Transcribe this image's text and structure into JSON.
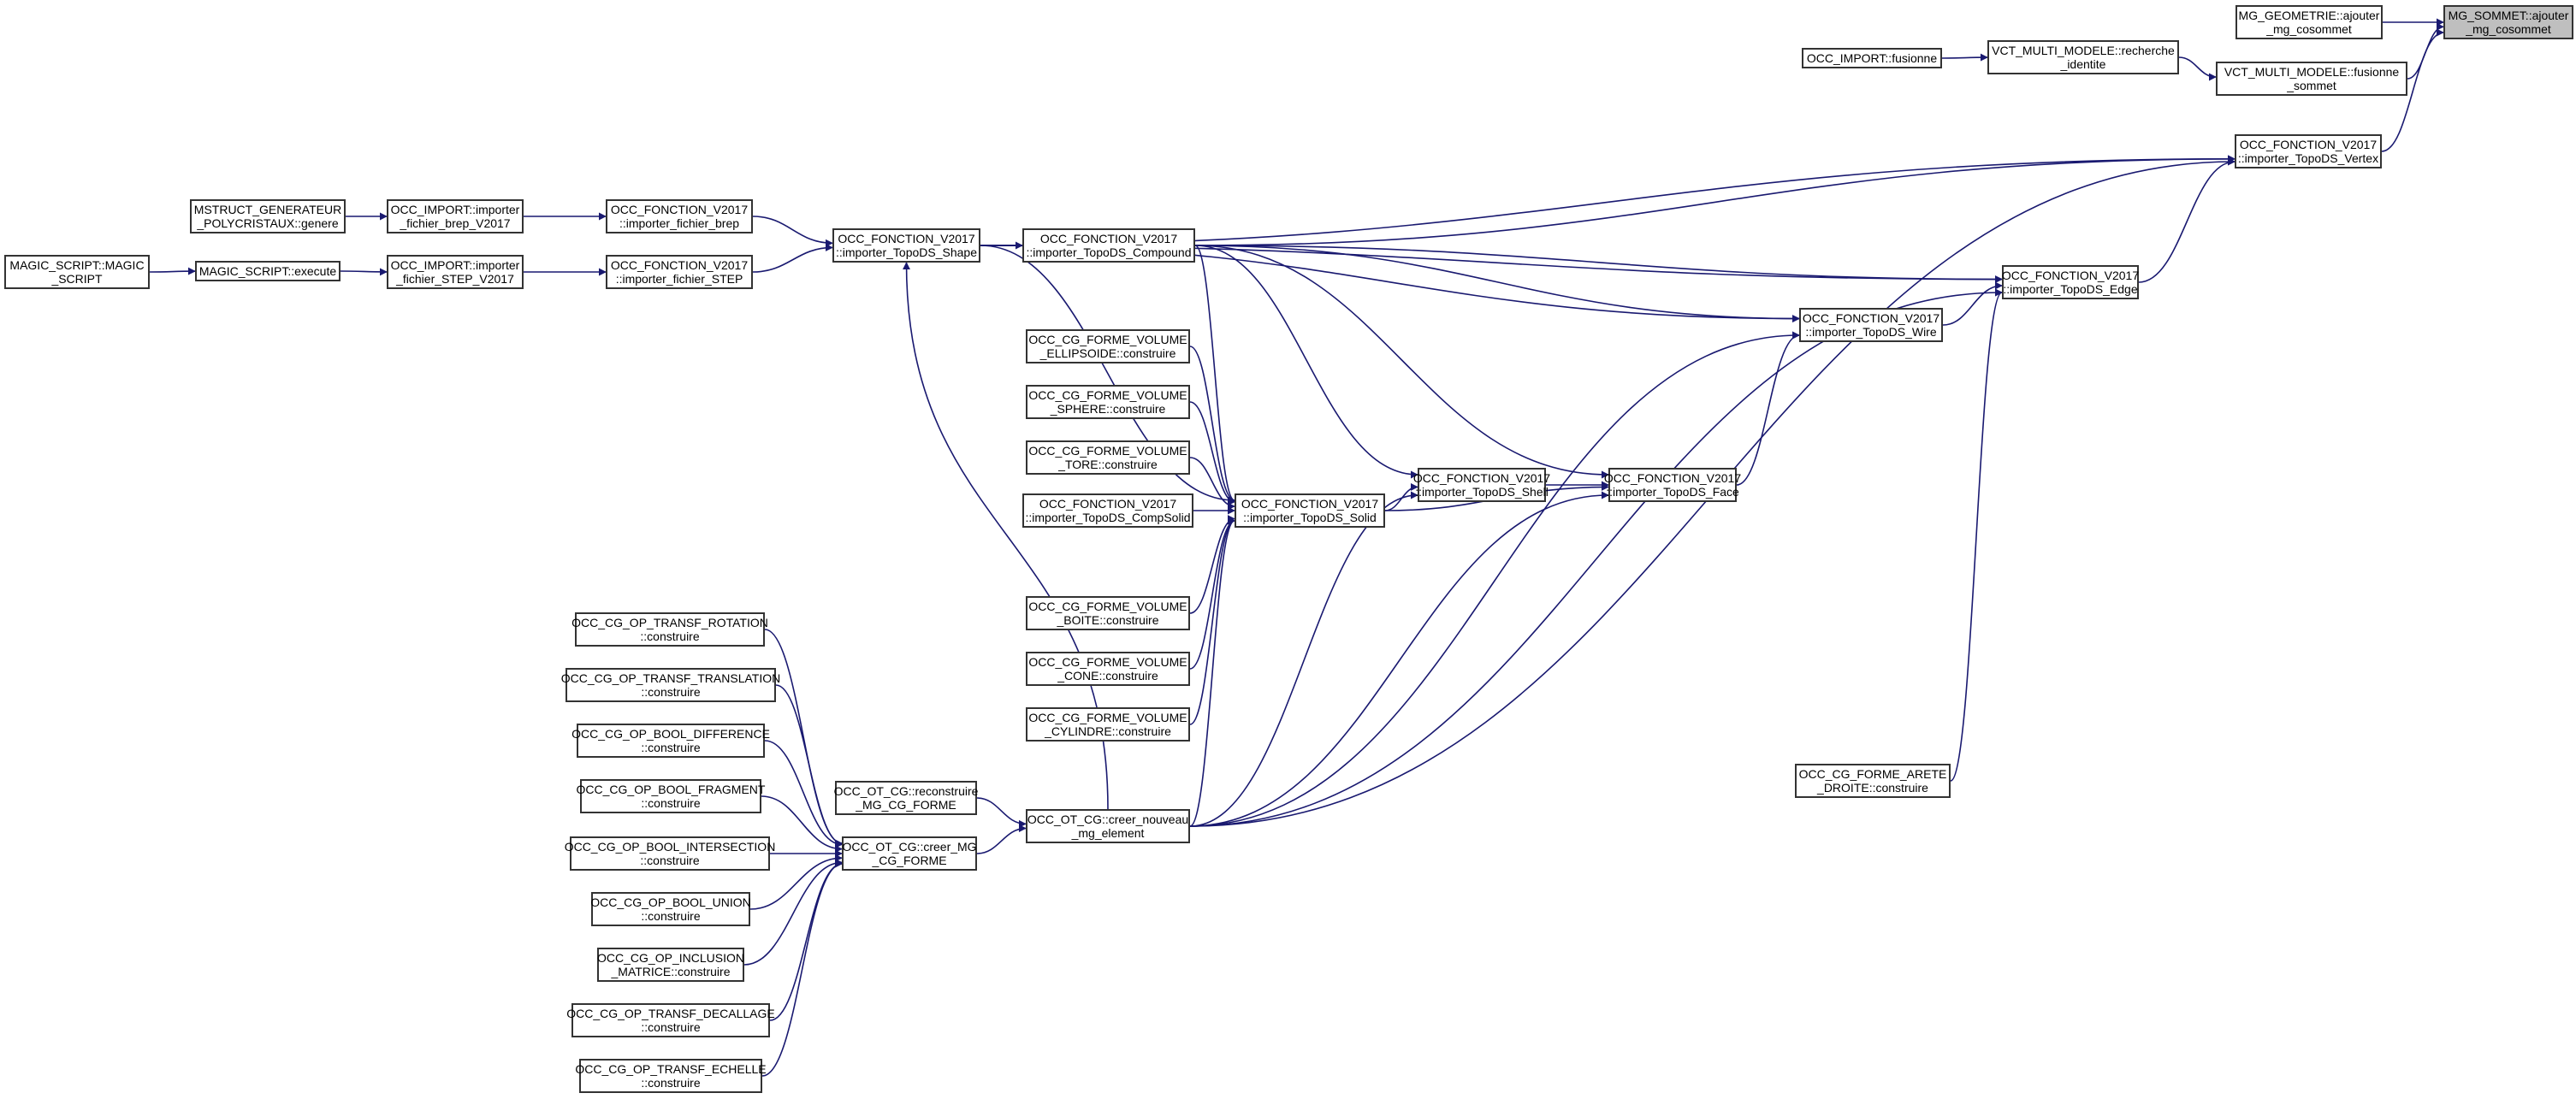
{
  "graph": {
    "type": "caller-graph",
    "edge_color": "#191970",
    "root_fill": "#bfbfbf",
    "nodes": [
      {
        "id": "root",
        "lines": [
          "MG_SOMMET::ajouter",
          "_mg_cosommet"
        ],
        "root": true
      },
      {
        "id": "mg_geom",
        "lines": [
          "MG_GEOMETRIE::ajouter",
          "_mg_cosommet"
        ]
      },
      {
        "id": "vct_fus",
        "lines": [
          "VCT_MULTI_MODELE::fusionne",
          "_sommet"
        ]
      },
      {
        "id": "vct_rech",
        "lines": [
          "VCT_MULTI_MODELE::recherche",
          "_identite"
        ]
      },
      {
        "id": "occ_fus",
        "lines": [
          "OCC_IMPORT::fusionne"
        ]
      },
      {
        "id": "vertex",
        "lines": [
          "OCC_FONCTION_V2017",
          "::importer_TopoDS_Vertex"
        ]
      },
      {
        "id": "edge",
        "lines": [
          "OCC_FONCTION_V2017",
          "::importer_TopoDS_Edge"
        ]
      },
      {
        "id": "wire",
        "lines": [
          "OCC_FONCTION_V2017",
          "::importer_TopoDS_Wire"
        ]
      },
      {
        "id": "face",
        "lines": [
          "OCC_FONCTION_V2017",
          "::importer_TopoDS_Face"
        ]
      },
      {
        "id": "shell",
        "lines": [
          "OCC_FONCTION_V2017",
          "::importer_TopoDS_Shell"
        ]
      },
      {
        "id": "solid",
        "lines": [
          "OCC_FONCTION_V2017",
          "::importer_TopoDS_Solid"
        ]
      },
      {
        "id": "compsolid",
        "lines": [
          "OCC_FONCTION_V2017",
          "::importer_TopoDS_CompSolid"
        ]
      },
      {
        "id": "compound",
        "lines": [
          "OCC_FONCTION_V2017",
          "::importer_TopoDS_Compound"
        ]
      },
      {
        "id": "shape",
        "lines": [
          "OCC_FONCTION_V2017",
          "::importer_TopoDS_Shape"
        ]
      },
      {
        "id": "fbrep",
        "lines": [
          "OCC_FONCTION_V2017",
          "::importer_fichier_brep"
        ]
      },
      {
        "id": "fstep",
        "lines": [
          "OCC_FONCTION_V2017",
          "::importer_fichier_STEP"
        ]
      },
      {
        "id": "imp_brep",
        "lines": [
          "OCC_IMPORT::importer",
          "_fichier_brep_V2017"
        ]
      },
      {
        "id": "imp_step",
        "lines": [
          "OCC_IMPORT::importer",
          "_fichier_STEP_V2017"
        ]
      },
      {
        "id": "mstruct",
        "lines": [
          "MSTRUCT_GENERATEUR",
          "_POLYCRISTAUX::genere"
        ]
      },
      {
        "id": "ms_exec",
        "lines": [
          "MAGIC_SCRIPT::execute"
        ]
      },
      {
        "id": "ms_ctor",
        "lines": [
          "MAGIC_SCRIPT::MAGIC",
          "_SCRIPT"
        ]
      },
      {
        "id": "ellipsoide",
        "lines": [
          "OCC_CG_FORME_VOLUME",
          "_ELLIPSOIDE::construire"
        ]
      },
      {
        "id": "sphere",
        "lines": [
          "OCC_CG_FORME_VOLUME",
          "_SPHERE::construire"
        ]
      },
      {
        "id": "tore",
        "lines": [
          "OCC_CG_FORME_VOLUME",
          "_TORE::construire"
        ]
      },
      {
        "id": "boite",
        "lines": [
          "OCC_CG_FORME_VOLUME",
          "_BOITE::construire"
        ]
      },
      {
        "id": "cone",
        "lines": [
          "OCC_CG_FORME_VOLUME",
          "_CONE::construire"
        ]
      },
      {
        "id": "cylindre",
        "lines": [
          "OCC_CG_FORME_VOLUME",
          "_CYLINDRE::construire"
        ]
      },
      {
        "id": "nouveau",
        "lines": [
          "OCC_OT_CG::creer_nouveau",
          "_mg_element"
        ]
      },
      {
        "id": "reconstruire",
        "lines": [
          "OCC_OT_CG::reconstruire",
          "_MG_CG_FORME"
        ]
      },
      {
        "id": "creer_mg",
        "lines": [
          "OCC_OT_CG::creer_MG",
          "_CG_FORME"
        ]
      },
      {
        "id": "rotation",
        "lines": [
          "OCC_CG_OP_TRANSF_ROTATION",
          "::construire"
        ]
      },
      {
        "id": "translation",
        "lines": [
          "OCC_CG_OP_TRANSF_TRANSLATION",
          "::construire"
        ]
      },
      {
        "id": "difference",
        "lines": [
          "OCC_CG_OP_BOOL_DIFFERENCE",
          "::construire"
        ]
      },
      {
        "id": "fragment",
        "lines": [
          "OCC_CG_OP_BOOL_FRAGMENT",
          "::construire"
        ]
      },
      {
        "id": "intersection",
        "lines": [
          "OCC_CG_OP_BOOL_INTERSECTION",
          "::construire"
        ]
      },
      {
        "id": "union",
        "lines": [
          "OCC_CG_OP_BOOL_UNION",
          "::construire"
        ]
      },
      {
        "id": "inclusion",
        "lines": [
          "OCC_CG_OP_INCLUSION",
          "_MATRICE::construire"
        ]
      },
      {
        "id": "decallage",
        "lines": [
          "OCC_CG_OP_TRANSF_DECALLAGE",
          "::construire"
        ]
      },
      {
        "id": "echelle",
        "lines": [
          "OCC_CG_OP_TRANSF_ECHELLE",
          "::construire"
        ]
      },
      {
        "id": "arete",
        "lines": [
          "OCC_CG_FORME_ARETE",
          "_DROITE::construire"
        ]
      }
    ],
    "edges": [
      [
        "mg_geom",
        "root"
      ],
      [
        "vct_fus",
        "root"
      ],
      [
        "vertex",
        "root"
      ],
      [
        "vct_rech",
        "vct_fus"
      ],
      [
        "occ_fus",
        "vct_rech"
      ],
      [
        "shape",
        "vertex"
      ],
      [
        "compound",
        "vertex"
      ],
      [
        "edge",
        "vertex"
      ],
      [
        "nouveau",
        "vertex"
      ],
      [
        "shape",
        "edge"
      ],
      [
        "compound",
        "edge"
      ],
      [
        "wire",
        "edge"
      ],
      [
        "arete",
        "edge"
      ],
      [
        "nouveau",
        "edge"
      ],
      [
        "shape",
        "wire"
      ],
      [
        "compound",
        "wire"
      ],
      [
        "face",
        "wire"
      ],
      [
        "nouveau",
        "wire"
      ],
      [
        "compound",
        "face"
      ],
      [
        "shell",
        "face"
      ],
      [
        "solid",
        "face"
      ],
      [
        "nouveau",
        "face"
      ],
      [
        "compound",
        "shell"
      ],
      [
        "solid",
        "shell"
      ],
      [
        "nouveau",
        "shell"
      ],
      [
        "shape",
        "solid"
      ],
      [
        "compound",
        "solid"
      ],
      [
        "compsolid",
        "solid"
      ],
      [
        "ellipsoide",
        "solid"
      ],
      [
        "sphere",
        "solid"
      ],
      [
        "tore",
        "solid"
      ],
      [
        "boite",
        "solid"
      ],
      [
        "cone",
        "solid"
      ],
      [
        "cylindre",
        "solid"
      ],
      [
        "nouveau",
        "solid"
      ],
      [
        "shape",
        "compound"
      ],
      [
        "fbrep",
        "shape"
      ],
      [
        "fstep",
        "shape"
      ],
      [
        "nouveau",
        "shape"
      ],
      [
        "imp_brep",
        "fbrep"
      ],
      [
        "imp_step",
        "fstep"
      ],
      [
        "mstruct",
        "imp_brep"
      ],
      [
        "ms_exec",
        "imp_step"
      ],
      [
        "ms_ctor",
        "ms_exec"
      ],
      [
        "reconstruire",
        "nouveau"
      ],
      [
        "creer_mg",
        "nouveau"
      ],
      [
        "rotation",
        "creer_mg"
      ],
      [
        "translation",
        "creer_mg"
      ],
      [
        "difference",
        "creer_mg"
      ],
      [
        "fragment",
        "creer_mg"
      ],
      [
        "intersection",
        "creer_mg"
      ],
      [
        "union",
        "creer_mg"
      ],
      [
        "inclusion",
        "creer_mg"
      ],
      [
        "decallage",
        "creer_mg"
      ],
      [
        "echelle",
        "creer_mg"
      ]
    ]
  }
}
